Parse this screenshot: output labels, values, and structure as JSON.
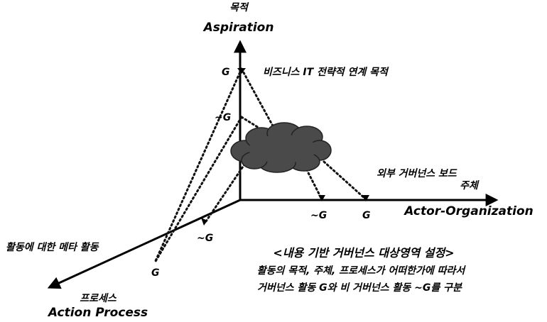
{
  "axes": {
    "vertical": {
      "korean": "목적",
      "english": "Aspiration"
    },
    "horizontal": {
      "korean": "주체",
      "english": "Actor-Organization"
    },
    "diagonal": {
      "korean": "프로세스",
      "english": "Action Process"
    }
  },
  "markers": {
    "vertical_g": "G",
    "vertical_not_g": "~G",
    "horizontal_not_g": "~G",
    "horizontal_g": "G",
    "diagonal_not_g": "~G",
    "diagonal_g": "G"
  },
  "annotations": {
    "vertical_note": "비즈니스 IT 전략적 연계 목적",
    "horizontal_note": "외부 거버넌스 보드",
    "diagonal_note": "활동에 대한 메타 활동"
  },
  "caption": {
    "title": "<내용 기반 거버넌스 대상영역 설정>",
    "line1": "활동의 목적, 주체, 프로세스가  어떠한가에 따라서",
    "line2": "거버넌스 활동 G와 비 거버넌스 활동 ~G를 구분"
  },
  "colors": {
    "ink": "#000000",
    "cloud": "#4a4a4a"
  }
}
